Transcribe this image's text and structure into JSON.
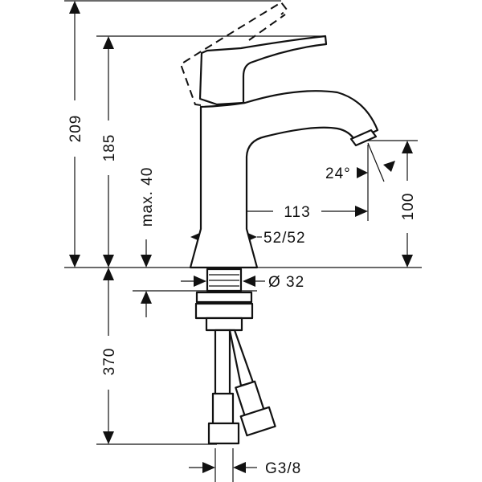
{
  "title": "Basin mixer technical drawing",
  "dimensions": {
    "total_height": "209",
    "spout_height": "185",
    "max_deck": "max. 40",
    "spout_angle": "24°",
    "spout_reach": "113",
    "body_width": "52/52",
    "spout_outlet_height": "100",
    "shank_diameter": "Ø 32",
    "hose_length": "370",
    "connection": "G3/8"
  }
}
